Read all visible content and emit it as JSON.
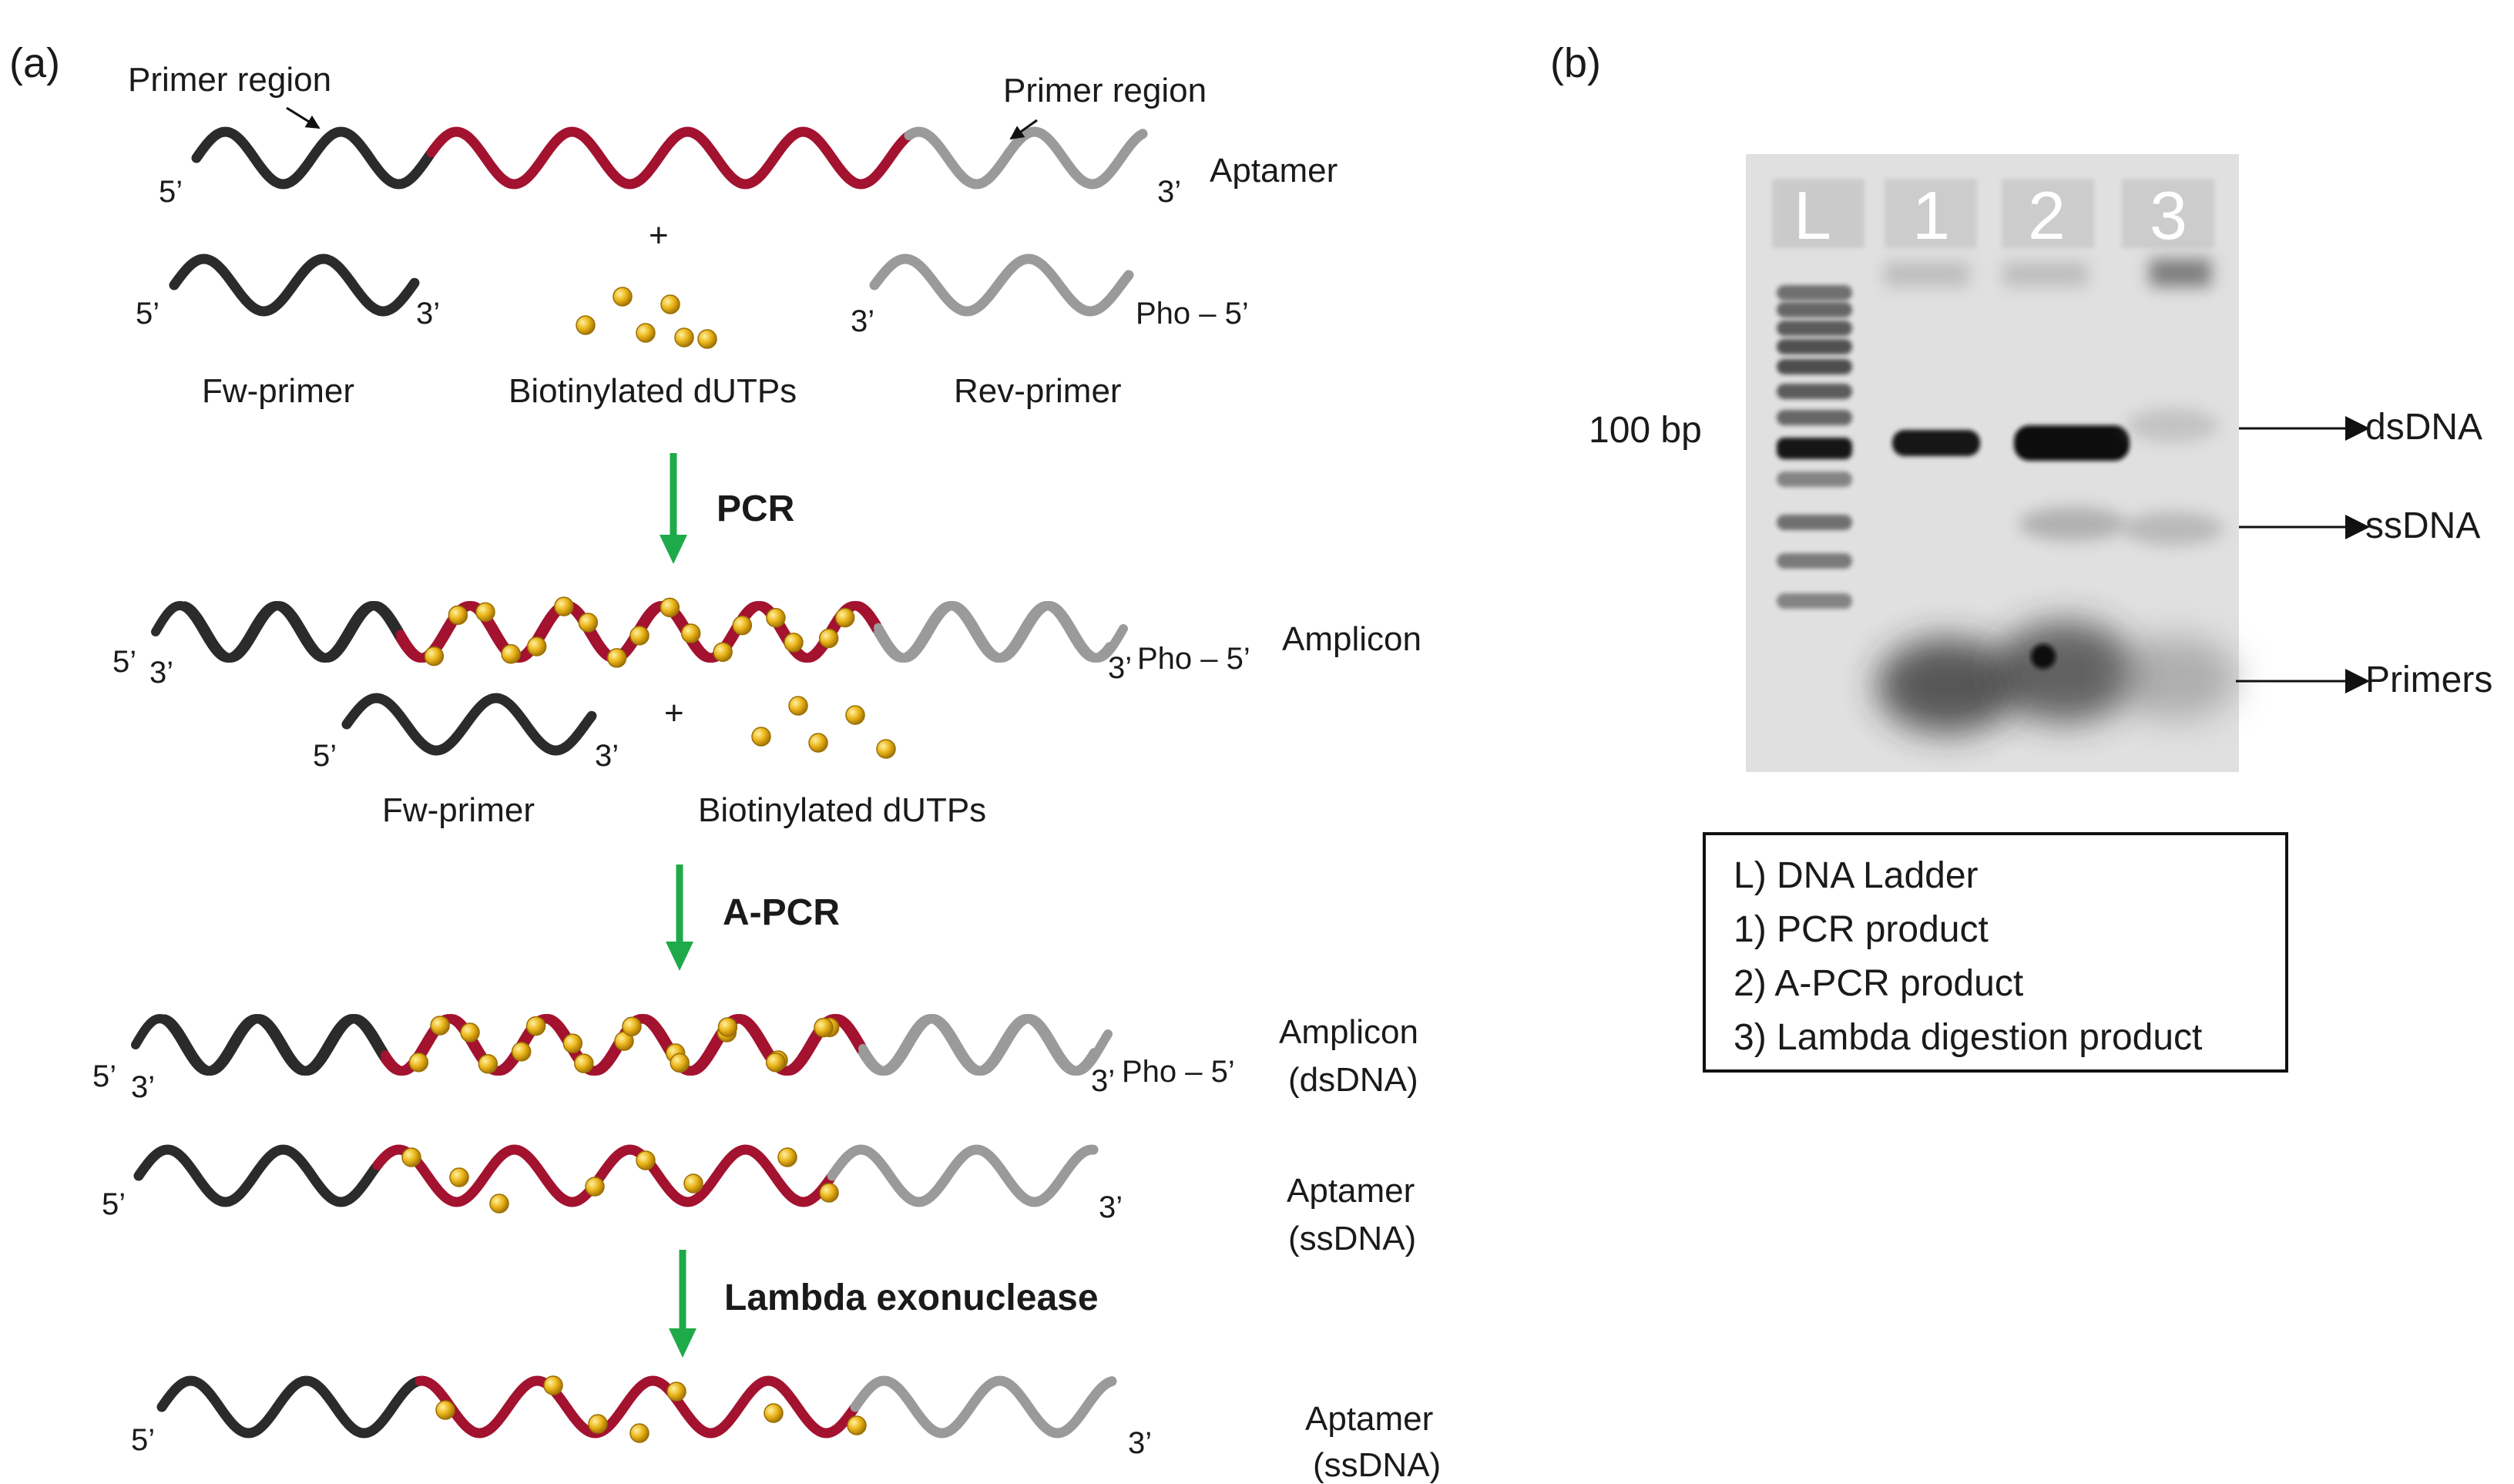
{
  "panel_a": {
    "label": "(a)",
    "primer_region_left": "Primer region",
    "primer_region_right": "Primer region",
    "row1": {
      "end5": "5’",
      "end3": "3’",
      "name": "Aptamer"
    },
    "plus1": "+",
    "fw_primer": {
      "end5": "5’",
      "end3": "3’",
      "label": "Fw-primer"
    },
    "dutps1": "Biotinylated dUTPs",
    "rev_primer": {
      "end3": "3’",
      "end5": "Pho – 5’",
      "label": "Rev-primer"
    },
    "step1": "PCR",
    "amplicon1": {
      "end5": "5’",
      "end3a": "3’",
      "end3b": "3’",
      "pho": "Pho – 5’",
      "name": "Amplicon"
    },
    "plus2": "+",
    "fw_primer2": {
      "end5": "5’",
      "end3": "3’",
      "label": "Fw-primer"
    },
    "dutps2": "Biotinylated dUTPs",
    "step2": "A-PCR",
    "amplicon2": {
      "end5": "5’",
      "end3a": "3’",
      "end3b": "3’",
      "pho": "Pho – 5’",
      "name_line1": "Amplicon",
      "name_line2": "(dsDNA)"
    },
    "aptamer_ss1": {
      "end5": "5’",
      "end3": "3’",
      "name_line1": "Aptamer",
      "name_line2": "(ssDNA)"
    },
    "step3": "Lambda exonuclease",
    "aptamer_ss2": {
      "end5": "5’",
      "end3": "3’",
      "name_line1": "Aptamer",
      "name_line2": "(ssDNA)"
    }
  },
  "panel_b": {
    "label": "(b)",
    "lanes": [
      "L",
      "1",
      "2",
      "3"
    ],
    "marker": "100 bp",
    "bands": [
      "dsDNA",
      "ssDNA",
      "Primers"
    ],
    "legend": [
      "L) DNA Ladder",
      "1) PCR product",
      "2) A-PCR product",
      "3) Lambda digestion product"
    ]
  },
  "colors": {
    "primer_dark": "#2b2b2b",
    "aptamer_red": "#a3122f",
    "primer_grey": "#9a9a9a",
    "biotin_gold": "#e8b416",
    "arrow_green": "#1faa4a"
  }
}
